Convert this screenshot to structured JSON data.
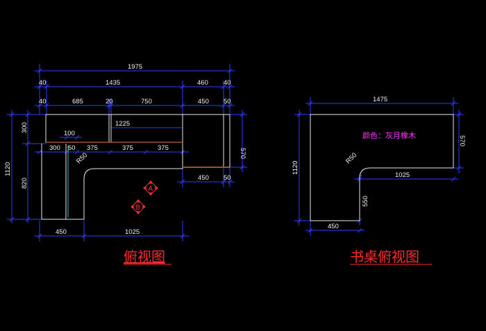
{
  "left_view": {
    "title": "俯视图",
    "dims": {
      "overall_width": "1975",
      "seg_40a": "40",
      "seg_1435": "1435",
      "seg_460": "460",
      "seg_40b": "40",
      "seg_40c": "40",
      "seg_685": "685",
      "seg_20": "20",
      "seg_750": "750",
      "seg_450a": "450",
      "seg_50a": "50",
      "shelf_1225": "1225",
      "shelf_100": "100",
      "seg_300": "300",
      "seg_50b": "50",
      "seg_375a": "375",
      "seg_375b": "375",
      "seg_375c": "375",
      "radius": "R50",
      "right_450": "450",
      "right_50": "50",
      "right_570": "570",
      "left_300": "300",
      "left_1120": "1120",
      "left_820": "820",
      "bottom_450": "450",
      "bottom_1025": "1025"
    },
    "markers": {
      "a": "A",
      "b": "B"
    }
  },
  "right_view": {
    "title": "书桌俯视图",
    "note": "颜色：灰月橡木",
    "dims": {
      "top_1475": "1475",
      "right_570": "570",
      "left_1120": "1120",
      "radius": "R50",
      "inner_1025": "1025",
      "inner_550": "550",
      "bottom_450": "450"
    }
  },
  "colors": {
    "dimension_line": "#2b3cff",
    "outline": "#e8e8e8",
    "title": "#ff2a2a",
    "note": "#ff33ff",
    "edge_brown": "#a0522d",
    "edge_cyan": "#36c7c7"
  }
}
